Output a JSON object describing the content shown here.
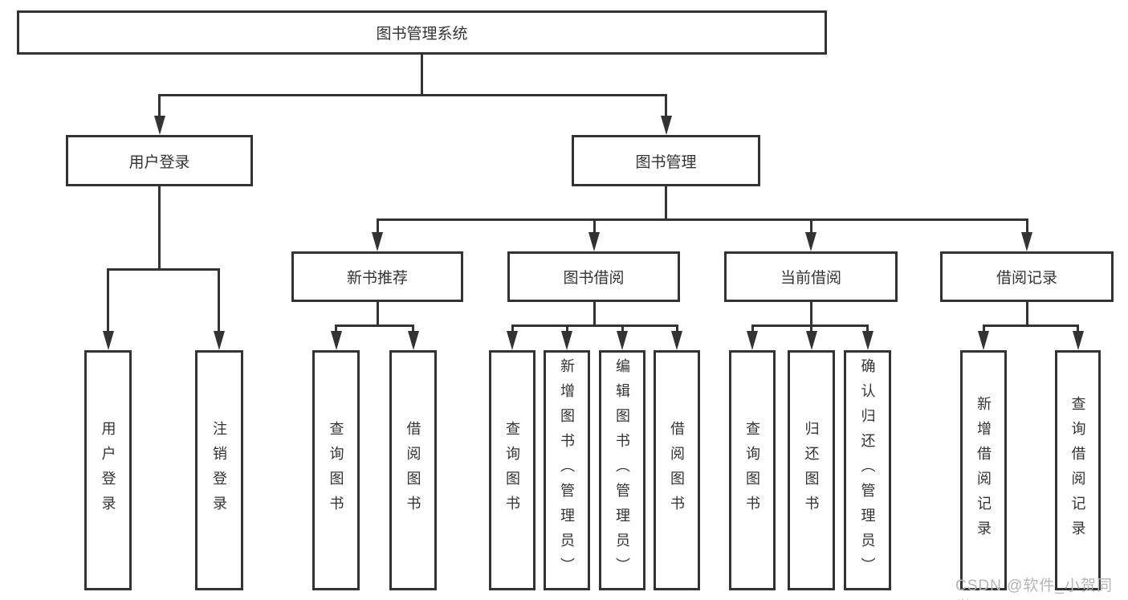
{
  "tree": {
    "root": "图书管理系统",
    "children": [
      {
        "label": "用户登录",
        "children": [
          "用户登录",
          "注销登录"
        ]
      },
      {
        "label": "图书管理",
        "children": [
          {
            "label": "新书推荐",
            "children": [
              "查询图书",
              "借阅图书"
            ]
          },
          {
            "label": "图书借阅",
            "children": [
              "查询图书",
              "新增图书（管理员）",
              "编辑图书（管理员）",
              "借阅图书"
            ]
          },
          {
            "label": "当前借阅",
            "children": [
              "查询图书",
              "归还图书",
              "确认归还（管理员）"
            ]
          },
          {
            "label": "借阅记录",
            "children": [
              "新增借阅记录",
              "查询借阅记录"
            ]
          }
        ]
      }
    ]
  },
  "watermark": {
    "text": "CSDN @软件_小贺同学"
  },
  "colors": {
    "line": "#333333",
    "text": "#333333",
    "background": "#ffffff",
    "watermark": "#b5b5b5"
  }
}
